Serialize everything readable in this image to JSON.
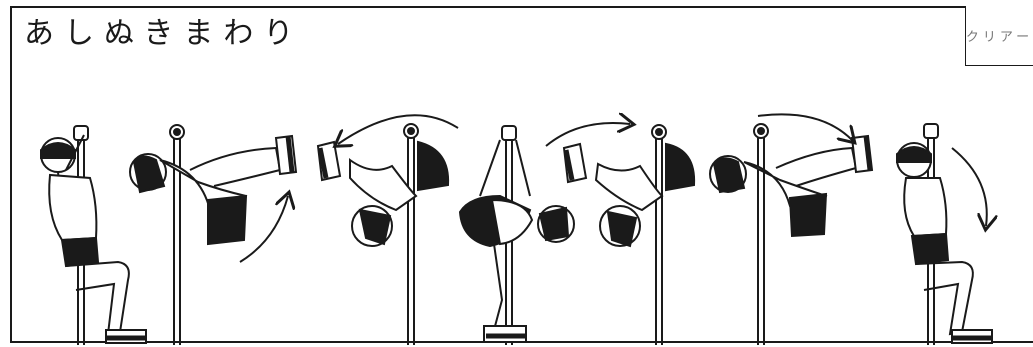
{
  "title": "あしぬきまわり",
  "clear_button": {
    "label": "クリアー"
  },
  "colors": {
    "ink": "#1a1a1a",
    "paper": "#ffffff",
    "muted": "#777777"
  },
  "figures": [
    {
      "name": "figure-1-hanging-start",
      "icon": "person-hanging-icon"
    },
    {
      "name": "figure-2-legs-up",
      "icon": "person-tuck-icon"
    },
    {
      "name": "figure-3-inverted",
      "icon": "person-inverted-icon"
    },
    {
      "name": "figure-4-rotating-through",
      "icon": "person-rotate-icon"
    },
    {
      "name": "figure-5-inverted-return",
      "icon": "person-inverted-icon"
    },
    {
      "name": "figure-6-legs-out",
      "icon": "person-tuck-icon"
    },
    {
      "name": "figure-7-hanging-end",
      "icon": "person-hanging-icon"
    }
  ]
}
